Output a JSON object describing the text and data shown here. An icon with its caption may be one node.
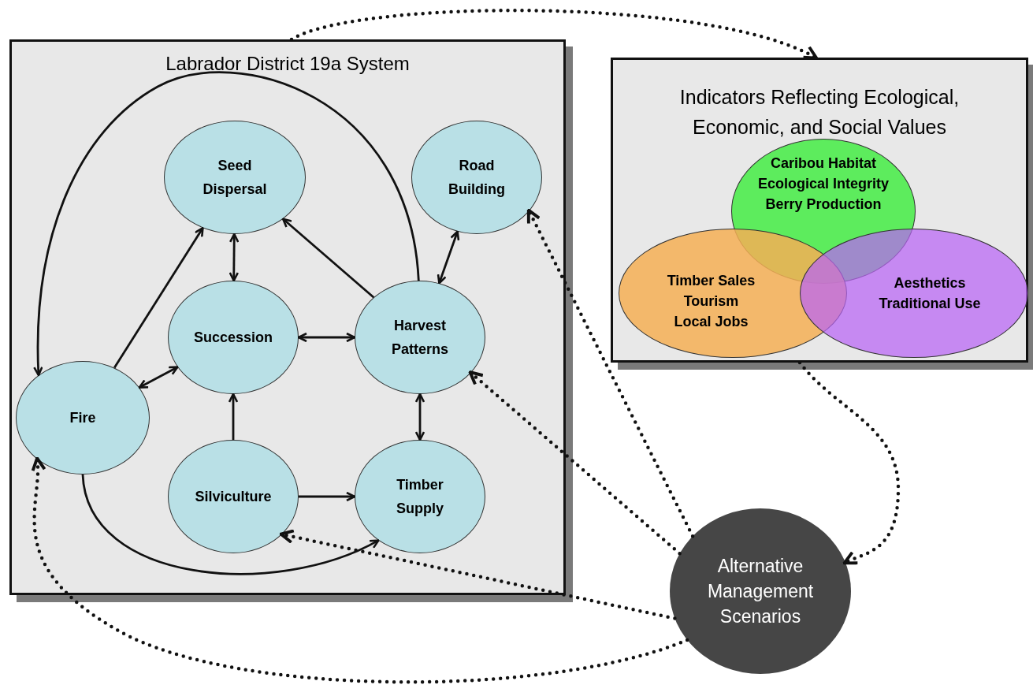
{
  "diagram": {
    "nodes": [
      {
        "text": [
          "Labrador District 19a System"
        ]
      },
      {
        "text": [
          "Seed Dispersal"
        ],
        "in": 0
      },
      {
        "text": [
          "Road Building"
        ],
        "in": 0
      },
      {
        "text": [
          "Succession"
        ],
        "in": 0
      },
      {
        "text": [
          "Harvest Patterns"
        ],
        "in": 0
      },
      {
        "text": [
          "Fire"
        ],
        "in": 0
      },
      {
        "text": [
          "Silviculture"
        ],
        "in": 0
      },
      {
        "text": [
          "Timber Supply"
        ],
        "in": 0
      },
      {
        "text": [
          "Indicators Reflecting Ecological, Economic, and Social Values"
        ]
      },
      {
        "text": [
          "Caribou Habitat",
          "Ecological Integrity",
          "Berry Production"
        ],
        "in": 8
      },
      {
        "text": [
          "Timber Sales",
          "Tourism",
          "Local Jobs"
        ],
        "in": 8
      },
      {
        "text": [
          "Aesthetics",
          "Traditional Use"
        ],
        "in": 8
      },
      {
        "text": [
          "Alternative Management Scenarios"
        ]
      }
    ],
    "edges": [
      {
        "from": 5,
        "to": 1,
        "arrow": "to"
      },
      {
        "from": 5,
        "to": 3,
        "arrow": "both"
      },
      {
        "from": 1,
        "to": 3,
        "arrow": "both"
      },
      {
        "from": 4,
        "to": 1,
        "arrow": "to"
      },
      {
        "from": 2,
        "to": 4,
        "arrow": "both"
      },
      {
        "from": 3,
        "to": 4,
        "arrow": "both"
      },
      {
        "from": 4,
        "to": 5,
        "arrow": "to"
      },
      {
        "from": 6,
        "to": 3,
        "arrow": "to"
      },
      {
        "from": 6,
        "to": 7,
        "arrow": "to"
      },
      {
        "from": 4,
        "to": 7,
        "arrow": "both"
      },
      {
        "from": 5,
        "to": 7,
        "arrow": "to"
      },
      {
        "from": 0,
        "to": 8,
        "arrow": "to",
        "style": "dashed"
      },
      {
        "from": 8,
        "to": 12,
        "arrow": "to",
        "style": "dashed"
      },
      {
        "from": 12,
        "to": 2,
        "arrow": "to",
        "style": "dashed"
      },
      {
        "from": 12,
        "to": 4,
        "arrow": "to",
        "style": "dashed"
      },
      {
        "from": 12,
        "to": 6,
        "arrow": "to",
        "style": "dashed"
      },
      {
        "from": 12,
        "to": 5,
        "arrow": "to",
        "style": "dashed"
      }
    ]
  }
}
